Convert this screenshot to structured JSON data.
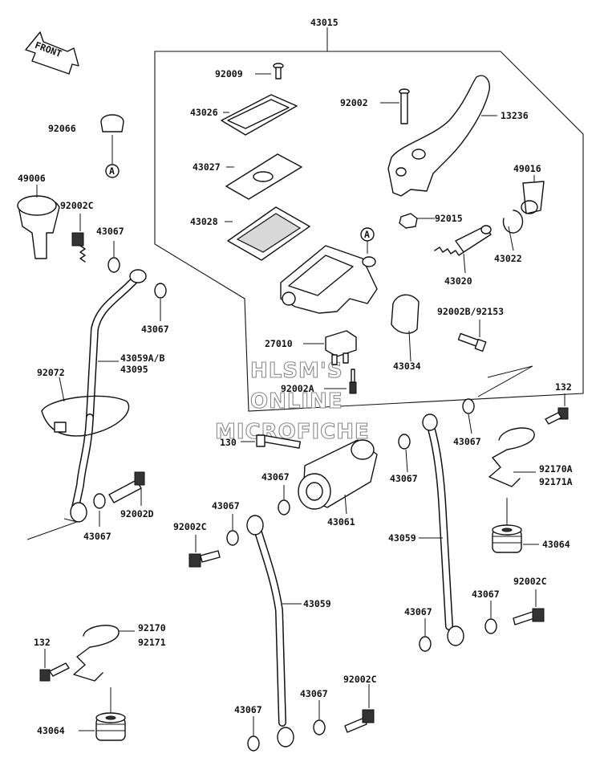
{
  "front_arrow": {
    "text": "FRONT"
  },
  "reference_marker": "A",
  "watermark": [
    "HLSM'S",
    "ONLINE",
    "MICROFICHE"
  ],
  "parts": {
    "p43015": "43015",
    "p92009": "92009",
    "p43026": "43026",
    "p43027": "43027",
    "p43028": "43028",
    "p92002": "92002",
    "p13236": "13236",
    "p49016": "49016",
    "p92015": "92015",
    "p43022": "43022",
    "p43020": "43020",
    "p92002B": "92002B/92153",
    "p43034": "43034",
    "p27010": "27010",
    "p92002A": "92002A",
    "p92066": "92066",
    "p49006": "49006",
    "p92002C_top": "92002C",
    "p43067_a": "43067",
    "p43067_b": "43067",
    "p43059AB": "43059A/B",
    "p43095": "43095",
    "p92072": "92072",
    "p92002D": "92002D",
    "p43067_c": "43067",
    "p130": "130",
    "p43067_d": "43067",
    "p43061": "43061",
    "p43067_e": "43067",
    "p92002C_mid": "92002C",
    "p43067_f": "43067",
    "p43059_mid": "43059",
    "p43059_right": "43059",
    "p43067_g": "43067",
    "p132_right": "132",
    "p92170A": "92170A",
    "p92171A": "92171A",
    "p43064_right": "43064",
    "p92002C_right": "92002C",
    "p43067_h": "43067",
    "p43067_i": "43067",
    "p92170": "92170",
    "p92171": "92171",
    "p132_left": "132",
    "p43064_left": "43064",
    "p43067_j": "43067",
    "p92002C_bottom": "92002C",
    "p43067_k": "43067"
  }
}
